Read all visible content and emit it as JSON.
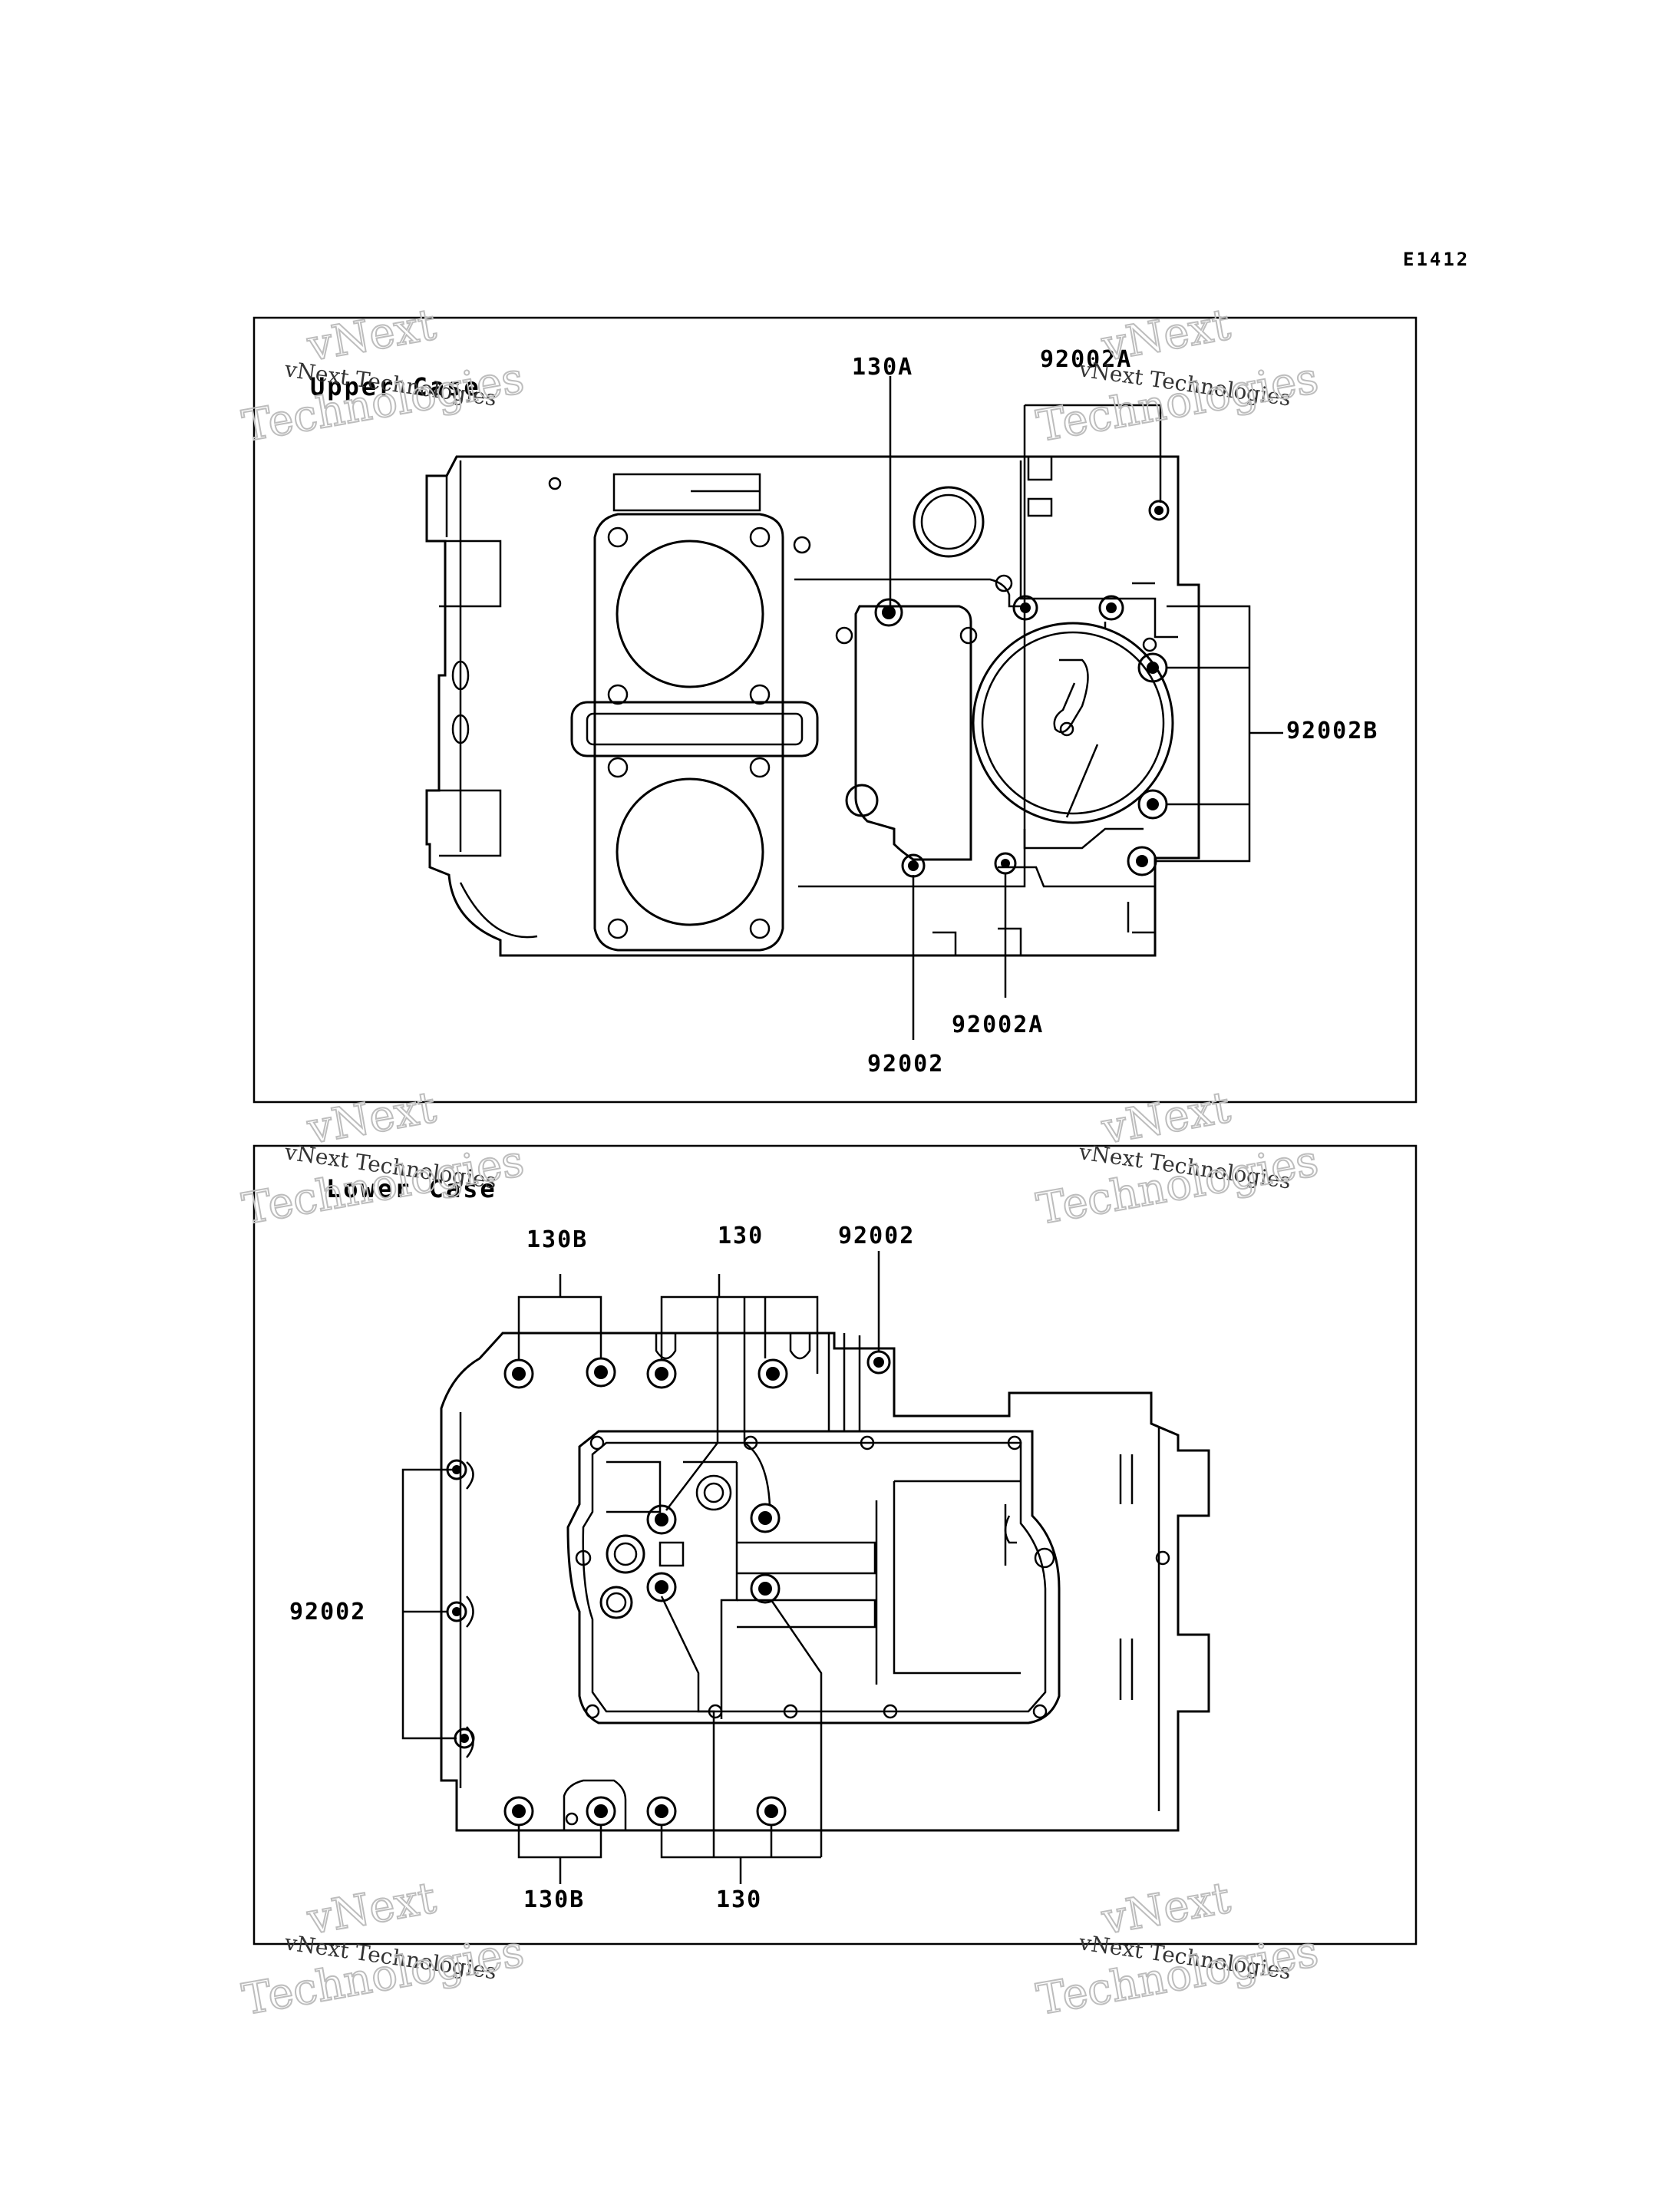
{
  "diagram_code": "E1412",
  "upper_panel": {
    "title": "Upper Case",
    "labels": {
      "l130a": "130A",
      "l92002a_top": "92002A",
      "l92002b": "92002B",
      "l92002a_bottom": "92002A",
      "l92002": "92002"
    }
  },
  "lower_panel": {
    "title": "Lower Case",
    "labels": {
      "l130b_top": "130B",
      "l130_top": "130",
      "l92002_top": "92002",
      "l92002_left": "92002",
      "l130b_bottom": "130B",
      "l130_bottom": "130"
    }
  },
  "watermark": {
    "line1": "vNext Technologies",
    "big_line1": "vNext",
    "big_line2": "Technologies"
  },
  "colors": {
    "line": "#000000",
    "background": "#ffffff",
    "watermark_outline": "#bdbdbd"
  }
}
